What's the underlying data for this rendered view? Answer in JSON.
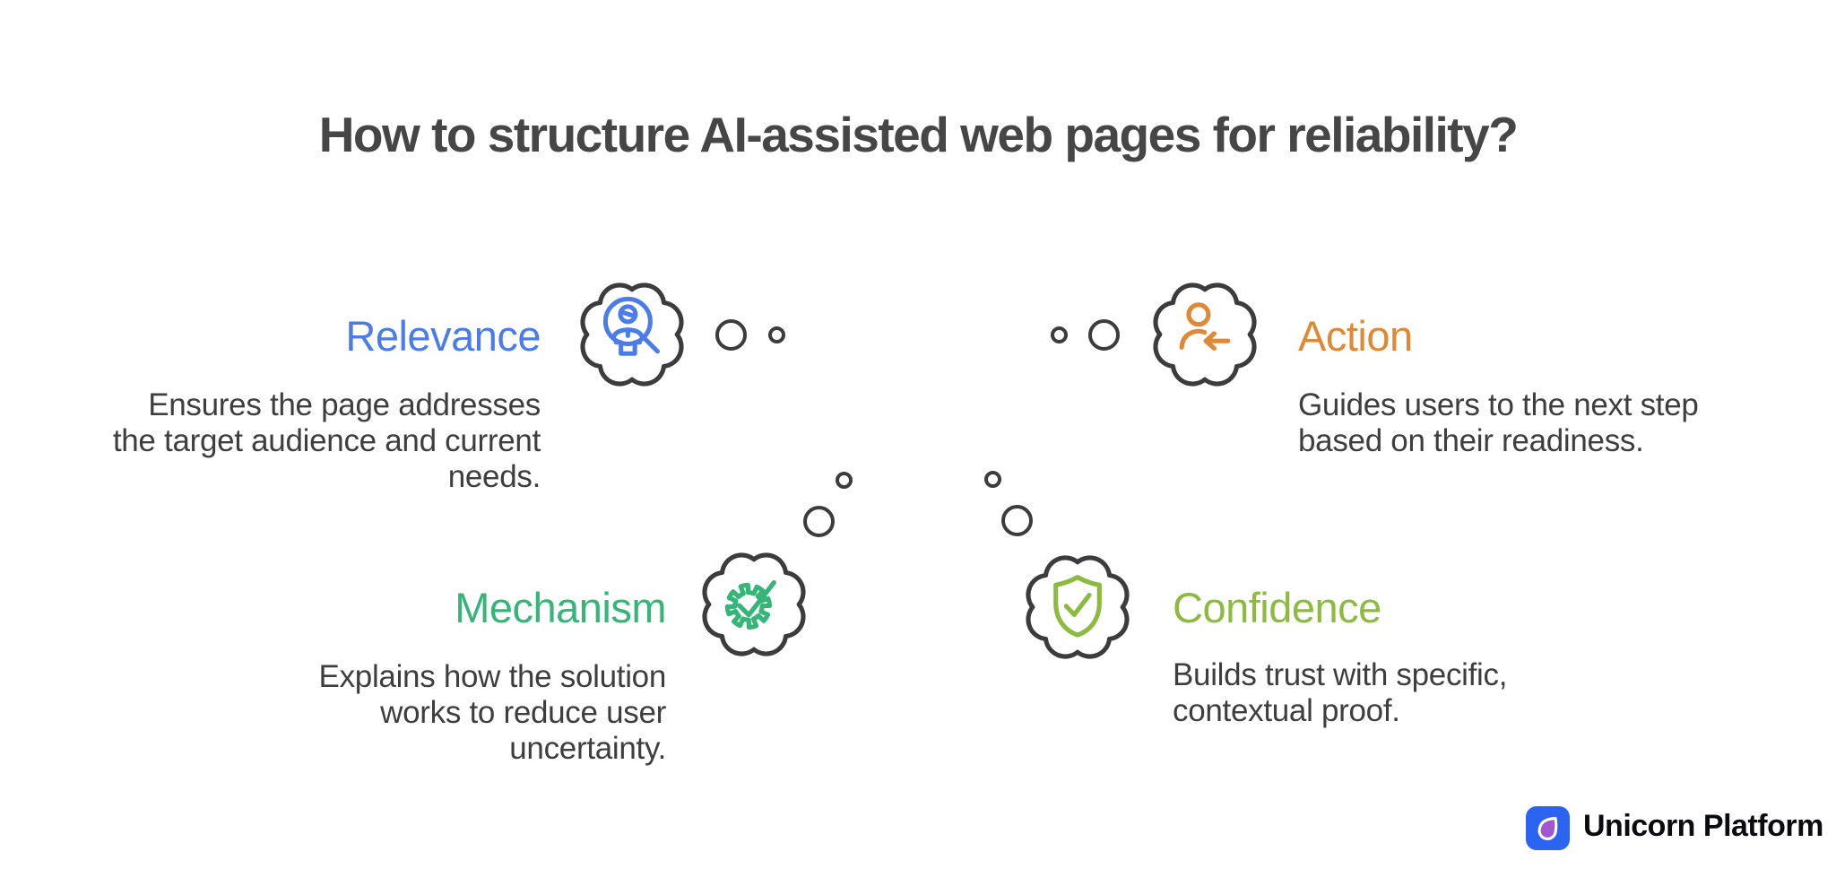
{
  "page": {
    "title": "How to structure AI-assisted web pages for reliability?",
    "background": "#ffffff"
  },
  "colors": {
    "title_text": "#464646",
    "body_text": "#3e3e3e",
    "cloud_stroke": "#3c3c3c",
    "relevance_accent": "#4b7ce8",
    "action_accent": "#df8936",
    "mechanism_accent": "#35b577",
    "confidence_accent": "#8cbb40",
    "logo_blue": "#2b64f0",
    "logo_purple": "#a256d1",
    "brand_text": "#0b0c0f"
  },
  "sections": {
    "relevance": {
      "label": "Relevance",
      "description": "Ensures the page addresses\nthe target audience and current\nneeds.",
      "icon": "person-search-icon",
      "accent": "#4b7ce8"
    },
    "action": {
      "label": "Action",
      "description": "Guides users to the next step\nbased on their readiness.",
      "icon": "user-arrow-icon",
      "accent": "#df8936"
    },
    "mechanism": {
      "label": "Mechanism",
      "description": "Explains how the solution\nworks to reduce user\nuncertainty.",
      "icon": "gear-check-icon",
      "accent": "#35b577"
    },
    "confidence": {
      "label": "Confidence",
      "description": "Builds trust with specific,\ncontextual proof.",
      "icon": "shield-check-icon",
      "accent": "#8cbb40"
    }
  },
  "footer": {
    "brand": "Unicorn Platform",
    "logo_icon": "unicorn-horn-icon"
  }
}
